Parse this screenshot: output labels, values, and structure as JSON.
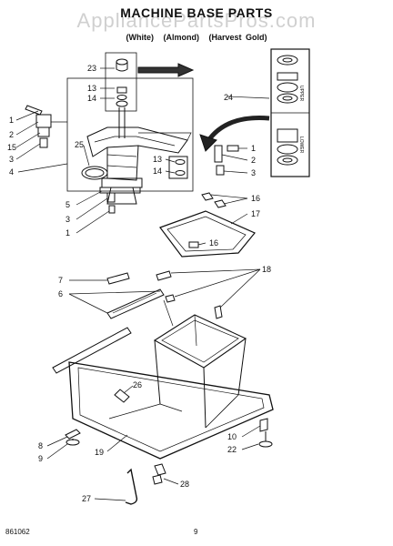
{
  "header": {
    "title": "MACHINE BASE PARTS",
    "watermark": "AppliancePartsPros.com",
    "model_line": "",
    "colors": [
      "(White)",
      "(Almond)",
      "(Harvest Gold)"
    ]
  },
  "inset_labels": {
    "upper": "UPPER",
    "lower": "LOWER"
  },
  "callouts": {
    "c1a": "1",
    "c2a": "2",
    "c15": "15",
    "c3a": "3",
    "c4": "4",
    "c23": "23",
    "c13a": "13",
    "c14a": "14",
    "c25": "25",
    "c13b": "13",
    "c14b": "14",
    "c24": "24",
    "c1b": "1",
    "c2b": "2",
    "c3b": "3",
    "c5": "5",
    "c3c": "3",
    "c1c": "1",
    "c16a": "16",
    "c17": "17",
    "c16b": "16",
    "c7": "7",
    "c6": "6",
    "c18": "18",
    "c26": "26",
    "c8": "8",
    "c9": "9",
    "c19": "19",
    "c10": "10",
    "c22": "22",
    "c28": "28",
    "c27": "27"
  },
  "footer": {
    "doc_number": "861062",
    "page": "9"
  }
}
